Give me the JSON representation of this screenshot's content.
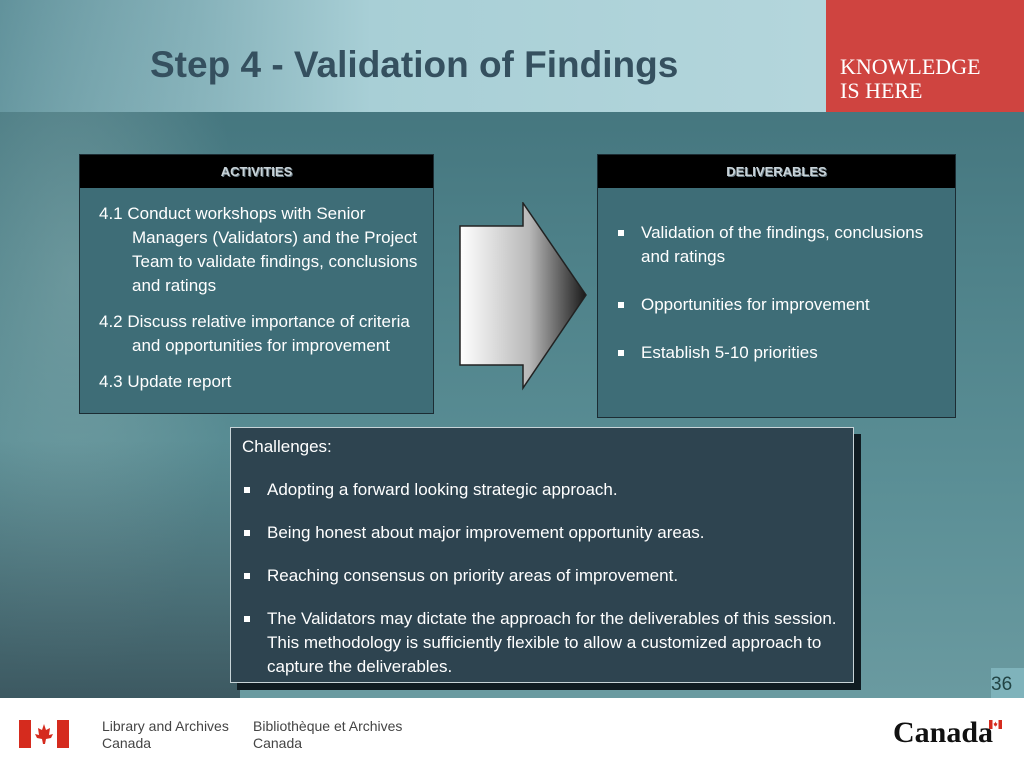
{
  "slide": {
    "title": "Step 4 - Validation of Findings",
    "brand_line1": "KNOWLEDGE",
    "brand_line2": "IS HERE",
    "page_number": "36"
  },
  "activities": {
    "header": "ACTIVITIES",
    "items": [
      "4.1 Conduct workshops with Senior Managers (Validators) and the Project Team to validate findings, conclusions and ratings",
      "4.2 Discuss relative importance of criteria and opportunities for improvement",
      "4.3 Update report"
    ]
  },
  "deliverables": {
    "header": "DELIVERABLES",
    "items": [
      "Validation of the findings, conclusions and ratings",
      "Opportunities for improvement",
      "Establish 5-10 priorities"
    ]
  },
  "challenges": {
    "intro": "Challenges:",
    "items": [
      "Adopting a forward looking strategic approach.",
      "Being honest about major improvement opportunity areas.",
      "Reaching consensus on priority areas of improvement.",
      "The Validators may dictate the approach for the deliverables of this session.  This methodology is sufficiently flexible to allow a customized approach to capture the deliverables."
    ]
  },
  "footer": {
    "en_line1": "Library and Archives",
    "en_line2": "Canada",
    "fr_line1": "Bibliothèque et Archives",
    "fr_line2": "Canada",
    "wordmark": "Canada"
  },
  "colors": {
    "brand_red": "#cf4440",
    "title_color": "#35505f",
    "panel_bg": "#3e6d77",
    "challenge_bg": "#2e4450"
  }
}
